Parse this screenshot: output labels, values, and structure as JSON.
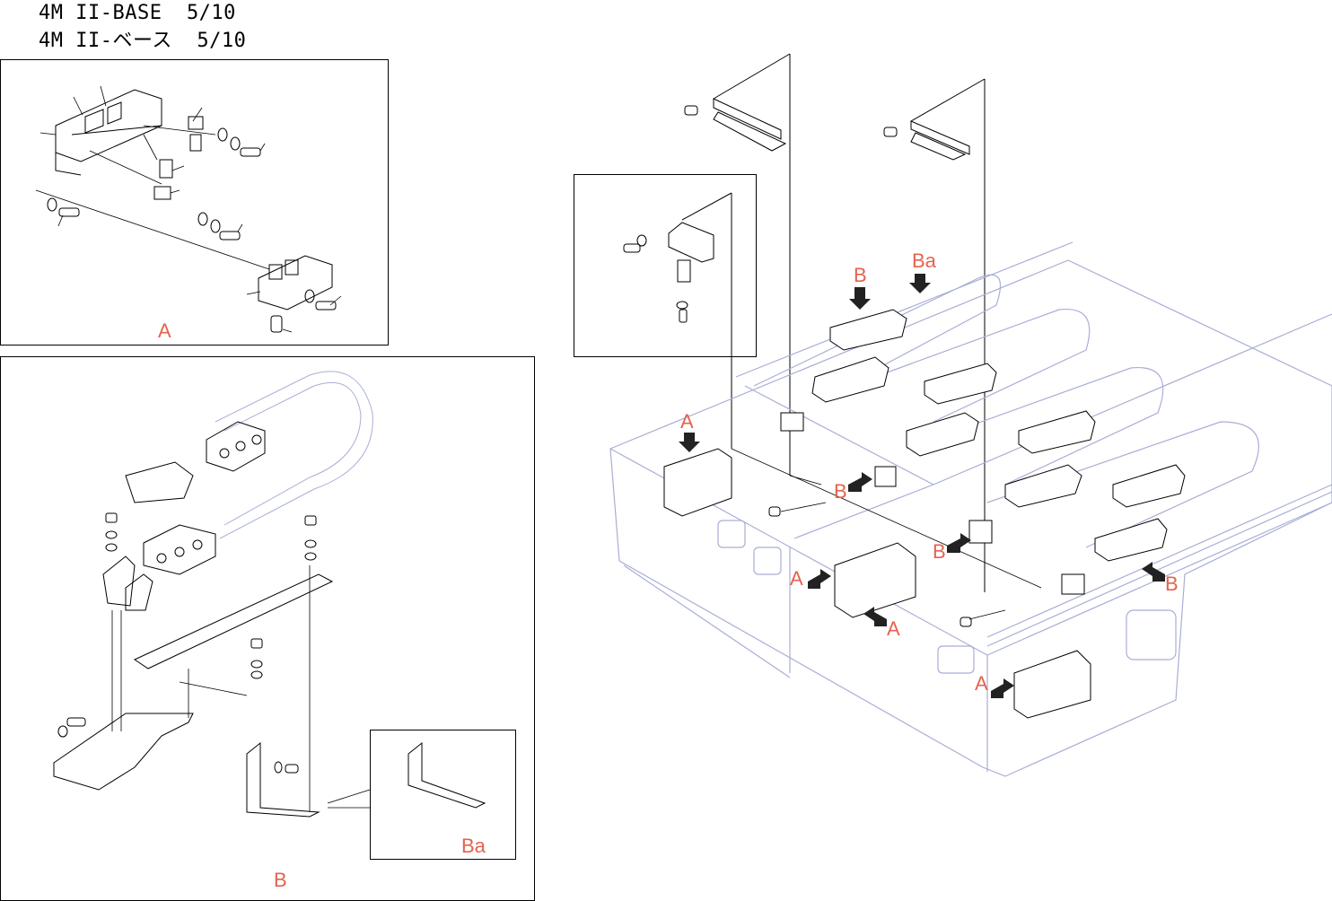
{
  "header": {
    "title_en": "4M II-BASE  5/10",
    "title_jp": "4M II-ベース  5/10"
  },
  "callouts": {
    "panel_a": "A",
    "panel_b": "B",
    "panel_ba": "Ba",
    "main_a1": "A",
    "main_a2": "A",
    "main_a3": "A",
    "main_a4": "A",
    "main_b1": "B",
    "main_b2": "B",
    "main_b3": "B",
    "main_b4": "B",
    "main_ba": "Ba"
  },
  "colors": {
    "line": "#000000",
    "base_outline": "#a8aed6",
    "callout": "#e4634f",
    "arrow": "#222222"
  }
}
